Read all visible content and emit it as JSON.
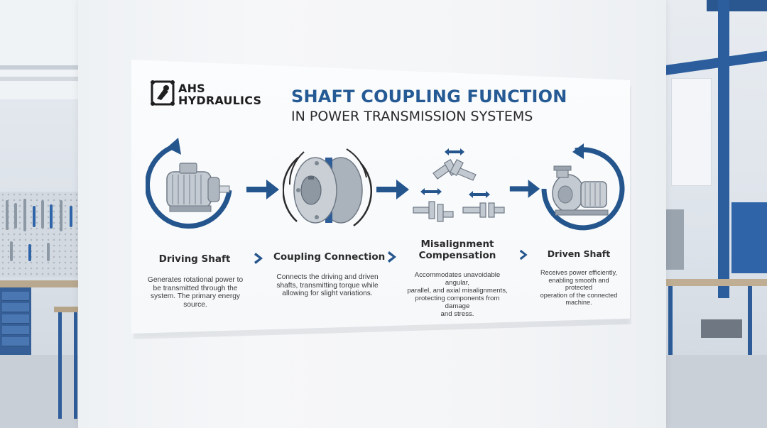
{
  "brand": {
    "line1": "AHS",
    "line2": "HYDRAULICS"
  },
  "title": {
    "main": "SHAFT COUPLING FUNCTION",
    "sub": "IN POWER TRANSMISSION SYSTEMS"
  },
  "steps": [
    {
      "title": "Driving Shaft",
      "desc": [
        "Generates rotational power to",
        "be transmitted through the",
        "system. The primary energy",
        "source."
      ]
    },
    {
      "title": "Coupling Connection",
      "desc": [
        "Connects the driving and driven",
        "shafts, transmitting torque while",
        "allowing for slight variations."
      ]
    },
    {
      "title_lines": [
        "Misalignment",
        "Compensation"
      ],
      "desc": [
        "Accommodates unavoidable angular,",
        "parallel, and axial misalignments,",
        "protecting components from damage",
        "and stress."
      ]
    },
    {
      "title": "Driven Shaft",
      "desc": [
        "Receives power efficiently,",
        "enabling smooth and protected",
        "operation of the connected",
        "machine."
      ]
    }
  ],
  "colors": {
    "accent": "#255a94",
    "text": "#2b2b2b",
    "metal": "#b9c0c8"
  }
}
